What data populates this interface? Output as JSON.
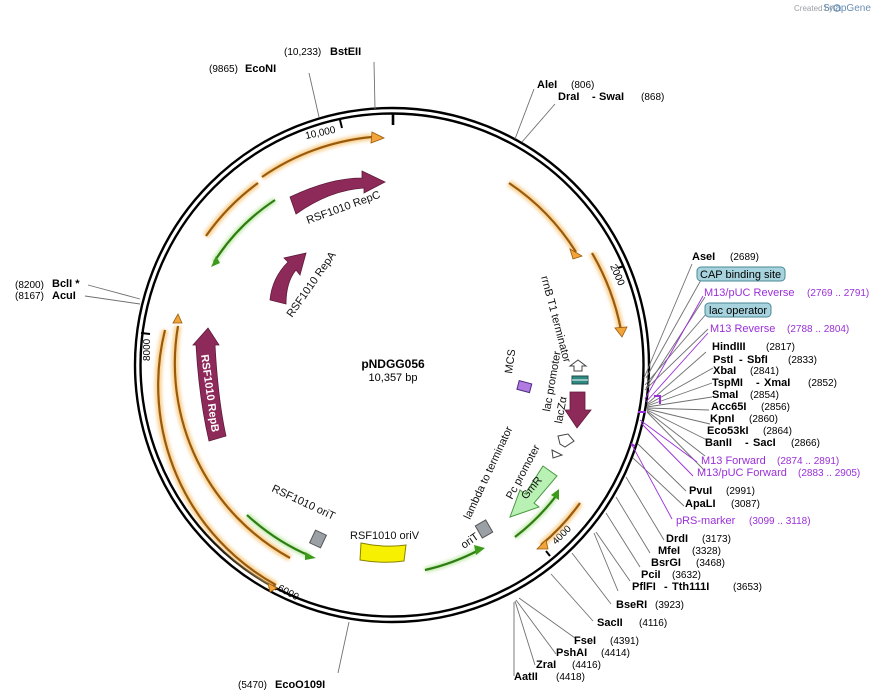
{
  "credit": {
    "prefix": "Created by",
    "brand": "SnapGene"
  },
  "plasmid": {
    "name": "pNDGG056",
    "size": "10,357 bp"
  },
  "ticks": {
    "t2000": "2000",
    "t4000": "4000",
    "t6000": "6000",
    "t8000": "8000",
    "t10000": "10,000"
  },
  "sites_left": [
    {
      "name": "BstEII",
      "pos": "(10,233)"
    },
    {
      "name": "EcoNI",
      "pos": "(9865)"
    },
    {
      "name": "BclI *",
      "pos": "(8200)"
    },
    {
      "name": "AcuI",
      "pos": "(8167)"
    },
    {
      "name": "EcoO109I",
      "pos": "(5470)"
    }
  ],
  "sites_top": [
    {
      "name": "AleI",
      "pos": "(806)"
    },
    {
      "name": "DraI",
      "sep": "-",
      "name2": "SwaI",
      "pos": "(868)"
    }
  ],
  "sites_right": [
    {
      "name": "AseI",
      "pos": "(2689)"
    },
    {
      "name": "HindIII",
      "pos": "(2817)"
    },
    {
      "name": "PstI",
      "sep": "-",
      "name2": "SbfI",
      "pos": "(2833)"
    },
    {
      "name": "XbaI",
      "pos": "(2841)"
    },
    {
      "name": "TspMI",
      "sep": "-",
      "name2": "XmaI",
      "pos": "(2852)"
    },
    {
      "name": "SmaI",
      "pos": "(2854)"
    },
    {
      "name": "Acc65I",
      "pos": "(2856)"
    },
    {
      "name": "KpnI",
      "pos": "(2860)"
    },
    {
      "name": "Eco53kI",
      "pos": "(2864)"
    },
    {
      "name": "BanII",
      "sep": "-",
      "name2": "SacI",
      "pos": "(2866)"
    },
    {
      "name": "PvuI",
      "pos": "(2991)"
    },
    {
      "name": "ApaLI",
      "pos": "(3087)"
    },
    {
      "name": "DrdI",
      "pos": "(3173)"
    },
    {
      "name": "MfeI",
      "pos": "(3328)"
    },
    {
      "name": "BsrGI",
      "pos": "(3468)"
    },
    {
      "name": "PciI",
      "pos": "(3632)"
    },
    {
      "name": "PflFI",
      "sep": "-",
      "name2": "Tth111I",
      "pos": "(3653)"
    },
    {
      "name": "BseRI",
      "pos": "(3923)"
    },
    {
      "name": "SacII",
      "pos": "(4116)"
    },
    {
      "name": "FseI",
      "pos": "(4391)"
    },
    {
      "name": "PshAI",
      "pos": "(4414)"
    },
    {
      "name": "ZraI",
      "pos": "(4416)"
    },
    {
      "name": "AatII",
      "pos": "(4418)"
    }
  ],
  "primers": [
    {
      "name": "M13/pUC Reverse",
      "pos": "(2769 .. 2791)"
    },
    {
      "name": "M13 Reverse",
      "pos": "(2788 .. 2804)"
    },
    {
      "name": "M13 Forward",
      "pos": "(2874 .. 2891)"
    },
    {
      "name": "M13/pUC Forward",
      "pos": "(2883 .. 2905)"
    },
    {
      "name": "pRS-marker",
      "pos": "(3099 .. 3118)"
    }
  ],
  "boxed_features": [
    {
      "name": "CAP binding site"
    },
    {
      "name": "lac operator"
    }
  ],
  "features": {
    "repC": "RSF1010 RepC",
    "repA": "RSF1010 RepA",
    "repB": "RSF1010 RepB",
    "rrnB": "rrnB T1 terminator",
    "mcs": "MCS",
    "lacPromoter": "lac promoter",
    "lacZa": "lacZα",
    "lambda": "lambda to terminator",
    "pc": "Pc promoter",
    "gmr": "GmR",
    "oriT_right": "oriT",
    "oriT_left": "RSF1010 oriT",
    "oriV": "RSF1010 oriV"
  },
  "colors": {
    "rep": "#8e2a5a",
    "orange_arrow": "#f1a43a",
    "green_arrow": "#3c9b1b",
    "gmr": "#b9f0b4",
    "oriV": "#f7f000",
    "box_fill": "#a6d3dd",
    "primer": "#9a2fd8"
  }
}
